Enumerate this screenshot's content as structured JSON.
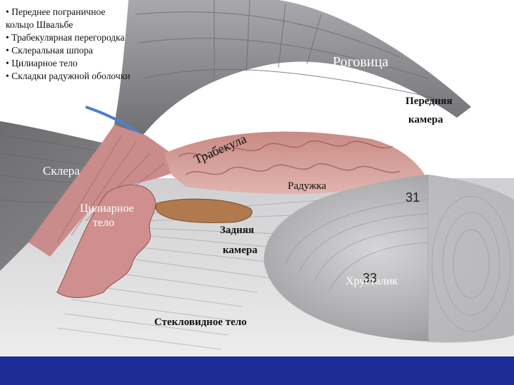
{
  "bullets": [
    "• Переднее пограничное кольцо Швальбе",
    "• Трабекулярная перегородка",
    "• Склеральная шпора",
    "• Цилиарное тело",
    "• Складки радужной оболочки"
  ],
  "labels": {
    "cornea": "Роговица",
    "anterior_chamber_line1": "Передняя",
    "anterior_chamber_line2": "камера",
    "trabecula": "Трабекула",
    "sclera": "Склера",
    "iris": "Радужка",
    "ciliary_line1": "Цилиарное",
    "ciliary_line2": "тело",
    "posterior_line1": "Задняя",
    "posterior_line2": "камера",
    "lens": "Хрусталик",
    "vitreous": "Стекловидное тело"
  },
  "figure_numbers": {
    "n31": "31",
    "n33": "33"
  },
  "colors": {
    "bottom_bar": "#1c2d97",
    "sclera_gray": "#8e8e90",
    "iris_pink": "#d8a3a1",
    "ciliary_pink": "#cf8f8f",
    "lens_gray": "#b9b9bb",
    "blue_canal": "#4d7fcf"
  }
}
